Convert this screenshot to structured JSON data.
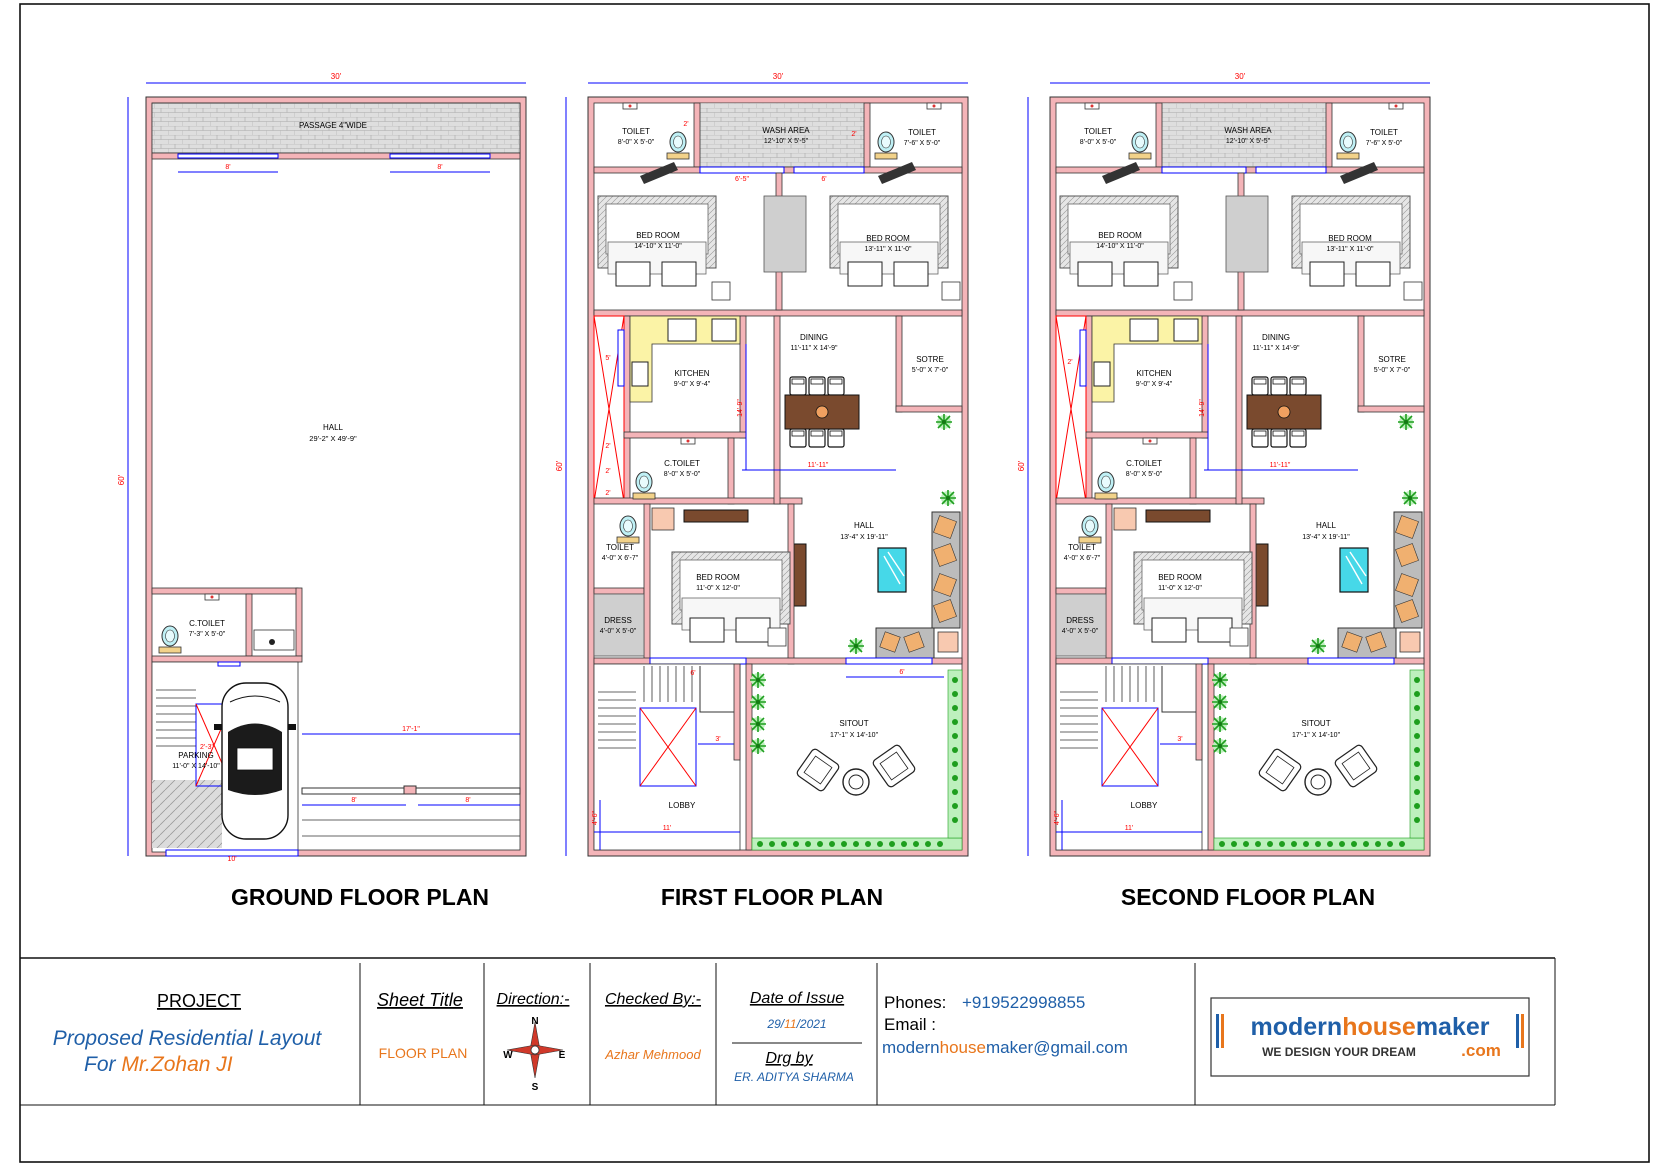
{
  "colors": {
    "wall": "#f4b4b8",
    "wall_edge": "#3a3a3a",
    "dim": "#0000ff",
    "paving": "#d6d6d6",
    "kitchen": "#fbf3a6",
    "plant": "#2fb02f",
    "sofa": "#bcbcbc",
    "cushion": "#f0b070",
    "table": "#7a4a2e",
    "water": "#46d8e8",
    "title_blue": "#1f5fa8",
    "title_orange": "#e8761c"
  },
  "ground": {
    "title": "GROUND FLOOR PLAN",
    "dim_width": "30'",
    "dim_height": "60'",
    "passage": "PASSAGE 4\"WIDE",
    "dim_gate1": "8'",
    "dim_gate2": "8'",
    "hall_name": "HALL",
    "hall_size": "29'-2\" X 49'-9\"",
    "ctoilet_name": "C.TOILET",
    "ctoilet_size": "7'-3\" X 5'-0\"",
    "parking_name": "PARKING",
    "parking_size": "11'-0\" X 14'-10\"",
    "dim_stair": "2'-3\"",
    "dim_front": "17'-1\"",
    "dim_shutter1": "8'",
    "dim_shutter2": "8'",
    "dim_gate": "10'"
  },
  "upper": [
    {
      "title": "FIRST FLOOR PLAN",
      "dim_width": "30'",
      "dim_height": "60'",
      "toilet1_name": "TOILET",
      "toilet1_size": "8'-0\" X 5'-0\"",
      "wash_name": "WASH AREA",
      "wash_size": "12'-10\" X 5'-5\"",
      "toilet2_name": "TOILET",
      "toilet2_size": "7'-6\" X 5'-0\"",
      "dim_wash1": "6'-5\"",
      "dim_wash2": "6'",
      "dim_wt1": "2'",
      "dim_wt2": "2'",
      "bed1_name": "BED ROOM",
      "bed1_size": "14'-10\" X 11'-0\"",
      "bed2_name": "BED ROOM",
      "bed2_size": "13'-11\" X 11'-0\"",
      "kitchen_name": "KITCHEN",
      "kitchen_size": "9'-0\" X 9'-4\"",
      "dining_name": "DINING",
      "dining_size": "11'-11\" X 14'-9\"",
      "store_name": "SOTRE",
      "store_size": "5'-0\" X 7'-0\"",
      "ctoilet_name": "C.TOILET",
      "ctoilet_size": "8'-0\" X 5'-0\"",
      "toilet3_name": "TOILET",
      "toilet3_size": "4'-0\" X 6'-7\"",
      "hall_name": "HALL",
      "hall_size": "13'-4\" X 19'-11\"",
      "bed3_name": "BED ROOM",
      "bed3_size": "11'-0\" X 12'-0\"",
      "dress_name": "DRESS",
      "dress_size": "4'-0\" X 5'-0\"",
      "sitout_name": "SITOUT",
      "sitout_size": "17'-1\" X 14'-10\"",
      "lobby_name": "LOBBY",
      "dim_k1": "5'",
      "dim_k2": "2'",
      "dim_k3": "2'",
      "dim_k4": "2'",
      "dim_dining_h": "14'-9\"",
      "dim_dining_w": "11'-11\"",
      "dim_bal": "6'",
      "dim_stair": "6'",
      "dim_lift": "3'",
      "dim_lobby_w": "11'",
      "dim_lobby_h": "4'-6\""
    },
    {
      "title": "SECOND FLOOR PLAN",
      "dim_width": "30'",
      "dim_height": "60'",
      "toilet1_name": "TOILET",
      "toilet1_size": "8'-0\" X 5'-0\"",
      "wash_name": "WASH AREA",
      "wash_size": "12'-10\" X 5'-5\"",
      "toilet2_name": "TOILET",
      "toilet2_size": "7'-6\" X 5'-0\"",
      "dim_wash1": "",
      "dim_wash2": "",
      "dim_wt1": "",
      "dim_wt2": "",
      "bed1_name": "BED ROOM",
      "bed1_size": "14'-10\" X 11'-0\"",
      "bed2_name": "BED ROOM",
      "bed2_size": "13'-11\" X 11'-0\"",
      "kitchen_name": "KITCHEN",
      "kitchen_size": "9'-0\" X 9'-4\"",
      "dining_name": "DINING",
      "dining_size": "11'-11\" X 14'-9\"",
      "store_name": "SOTRE",
      "store_size": "5'-0\" X 7'-0\"",
      "ctoilet_name": "C.TOILET",
      "ctoilet_size": "8'-0\" X 5'-0\"",
      "toilet3_name": "TOILET",
      "toilet3_size": "4'-0\" X 6'-7\"",
      "hall_name": "HALL",
      "hall_size": "13'-4\" X 19'-11\"",
      "bed3_name": "BED ROOM",
      "bed3_size": "11'-0\" X 12'-0\"",
      "dress_name": "DRESS",
      "dress_size": "4'-0\" X 5'-0\"",
      "sitout_name": "SITOUT",
      "sitout_size": "17'-1\" X 14'-10\"",
      "lobby_name": "LOBBY",
      "dim_k1": "",
      "dim_k2": "2'",
      "dim_k3": "",
      "dim_k4": "",
      "dim_dining_h": "14'-9\"",
      "dim_dining_w": "11'-11\"",
      "dim_bal": "",
      "dim_stair": "",
      "dim_lift": "3'",
      "dim_lobby_w": "11'",
      "dim_lobby_h": "4'-6\""
    }
  ],
  "titleblock": {
    "project_label": "PROJECT",
    "project_line1": "Proposed Residential Layout",
    "project_for": "For ",
    "project_client": "Mr.Zohan JI",
    "sheet_label": "Sheet Title",
    "sheet_value": "FLOOR PLAN",
    "direction_label": "Direction:-",
    "compass_n": "N",
    "compass_e": "E",
    "compass_s": "S",
    "compass_w": "W",
    "checked_label": "Checked By:-",
    "checked_value": "Azhar Mehmood",
    "date_label": "Date of Issue",
    "date_day": "29/",
    "date_month": "11",
    "date_year": "/2021",
    "drg_label": "Drg by",
    "drg_value": "ER. ADITYA SHARMA",
    "phones_label": "Phones:",
    "phones_value": "+919522998855",
    "email_label": "Email :",
    "email_a": "modern",
    "email_b": "house",
    "email_c": "maker@gmail.com",
    "logo_a": "modern",
    "logo_b": "house",
    "logo_c": "maker",
    "logo_tagline": "WE DESIGN YOUR DREAM",
    "logo_tld": ".com"
  }
}
